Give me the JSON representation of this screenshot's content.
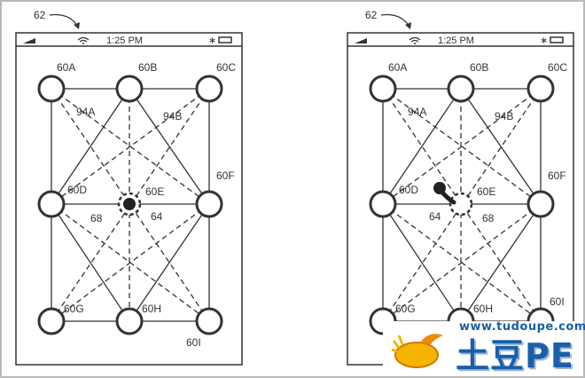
{
  "figure_ref": "62",
  "status_bar": {
    "time": "1:25 PM",
    "icons": [
      "signal-icon",
      "wifi-icon",
      "bluetooth-icon",
      "battery-icon"
    ]
  },
  "left_panel": {
    "nodes": [
      "60A",
      "60B",
      "60C",
      "60D",
      "60E",
      "60F",
      "60G",
      "60H",
      "60I"
    ],
    "path_labels": [
      "94A",
      "94B"
    ],
    "touch_labels": [
      "68",
      "64"
    ]
  },
  "right_panel": {
    "nodes": [
      "60A",
      "60B",
      "60C",
      "60D",
      "60E",
      "60F",
      "60G",
      "60H",
      "60I"
    ],
    "path_labels": [
      "94A",
      "94B"
    ],
    "touch_labels": [
      "64",
      "68"
    ]
  },
  "watermark": {
    "url": "www.tudoupe.com",
    "brand": "土豆PE"
  }
}
